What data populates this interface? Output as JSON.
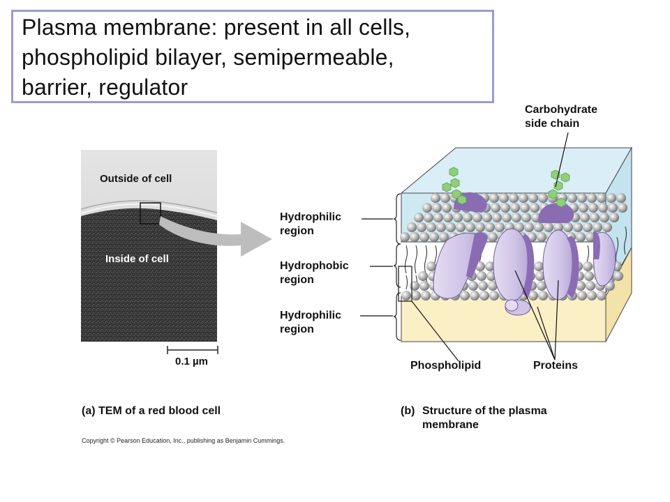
{
  "title": {
    "line1": "Plasma membrane:  present in all cells,",
    "line2": "phospholipid bilayer,  semipermeable,",
    "line3": "barrier,  regulator"
  },
  "tem": {
    "outside_label": "Outside of cell",
    "inside_label": "Inside of cell",
    "scale_label": "0.1 µm"
  },
  "membrane_labels": {
    "carbohydrate_line1": "Carbohydrate",
    "carbohydrate_line2": "side chain",
    "hydrophilic_top_line1": "Hydrophilic",
    "hydrophilic_top_line2": "region",
    "hydrophobic_line1": "Hydrophobic",
    "hydrophobic_line2": "region",
    "hydrophilic_bottom_line1": "Hydrophilic",
    "hydrophilic_bottom_line2": "region",
    "phospholipid": "Phospholipid",
    "proteins": "Proteins"
  },
  "captions": {
    "a": "(a) TEM of a red blood cell",
    "b_prefix": "(b)",
    "b_line1": "Structure of the plasma",
    "b_line2": "membrane"
  },
  "copyright": "Copyright © Pearson Education, Inc., publishing as Benjamin Cummings.",
  "colors": {
    "title_border": "#9a9ad6",
    "fluid_top": "#cfe9f3",
    "fluid_bottom": "#fbefc6",
    "protein_light": "#cfc3e6",
    "protein_dark": "#8a6cb5",
    "carbohydrate": "#8fcf7a",
    "arrow": "#bdbdbd"
  }
}
